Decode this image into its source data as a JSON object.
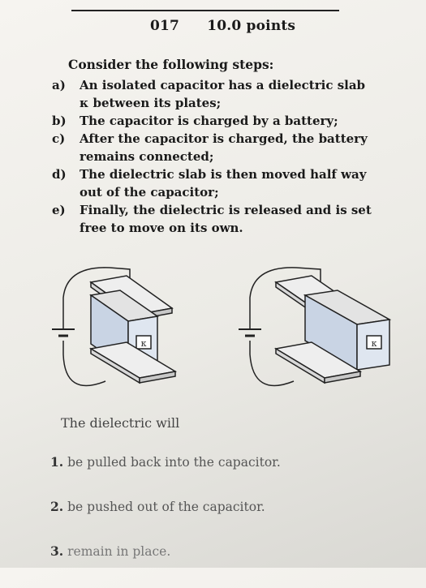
{
  "header": {
    "number": "017",
    "points": "10.0 points"
  },
  "intro": "Consider the following steps:",
  "steps": [
    {
      "label": "a)",
      "line1": "An isolated capacitor has a dielectric slab",
      "line2": "κ between its plates;"
    },
    {
      "label": "b)",
      "line1": "The capacitor is charged by a battery;",
      "line2": ""
    },
    {
      "label": "c)",
      "line1": "After the capacitor is charged, the battery",
      "line2": "remains connected;"
    },
    {
      "label": "d)",
      "line1": "The dielectric slab is then moved half way",
      "line2": "out of the capacitor;"
    },
    {
      "label": "e)",
      "line1": "Finally, the dielectric is released and is set",
      "line2": "free to move on its own."
    }
  ],
  "figure": {
    "left_kappa": "κ",
    "right_kappa": "κ"
  },
  "question": "The dielectric will",
  "choices": [
    {
      "num": "1.",
      "text": "be pulled back into the capacitor."
    },
    {
      "num": "2.",
      "text": "be pushed out of the capacitor."
    },
    {
      "num": "3.",
      "text": "remain in place."
    }
  ]
}
